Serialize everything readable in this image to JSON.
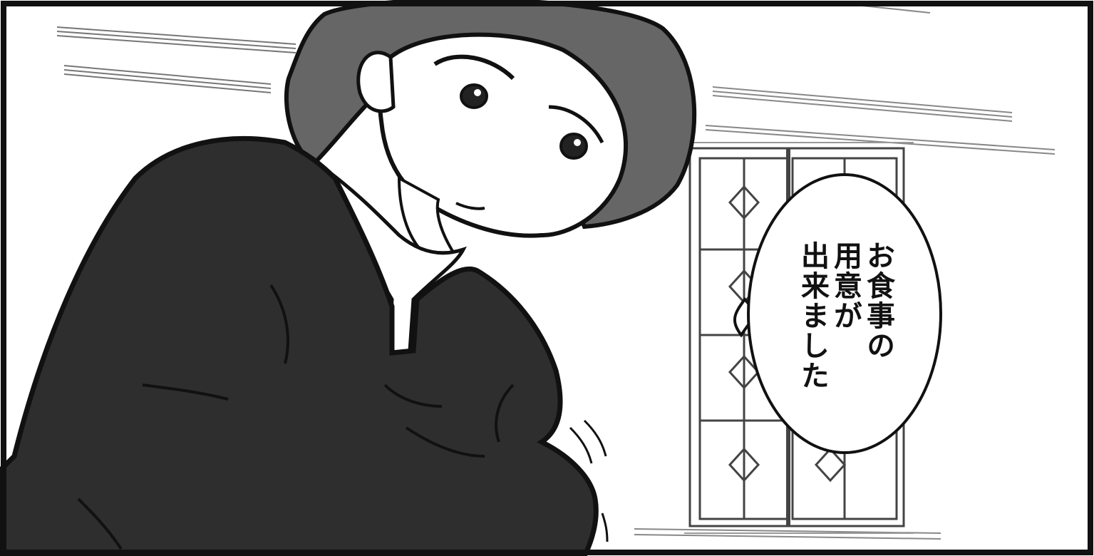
{
  "speech_bubble": {
    "lines": [
      "お食事の",
      "用意が",
      "出来ました"
    ]
  },
  "colors": {
    "ink": "#111111",
    "hair": "#666666",
    "dress": "#2e2e2e",
    "skin": "#ffffff",
    "background": "#ffffff"
  }
}
